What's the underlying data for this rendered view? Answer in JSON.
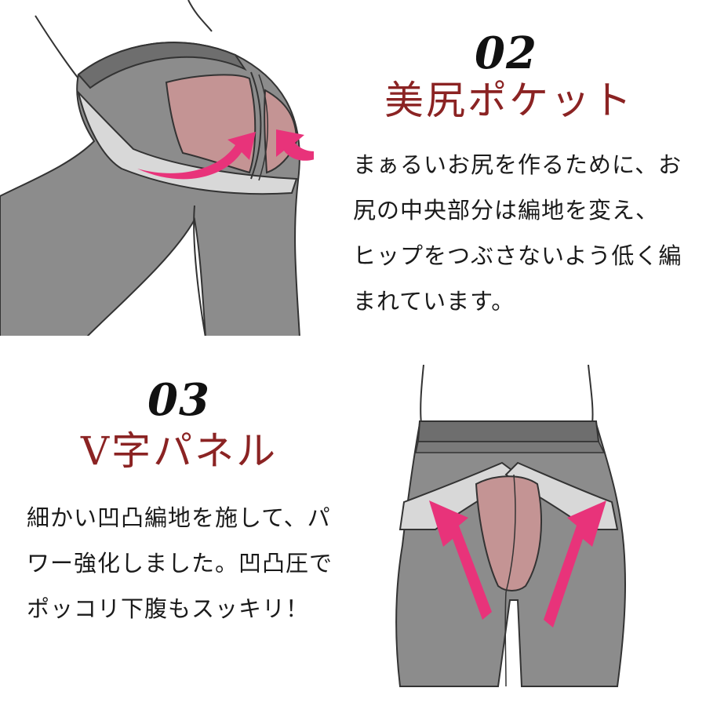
{
  "features": [
    {
      "number": "02",
      "title": "美尻ポケット",
      "lines": [
        "まぁるいお尻を作るために、お",
        "尻の中央部分は編地を変え、",
        "ヒップをつぶさないよう低く編",
        "まれています。"
      ]
    },
    {
      "number": "03",
      "title": "V字パネル",
      "lines": [
        "細かい凹凸編地を施して、パ",
        "ワー強化しました。凹凸圧で",
        "ポッコリ下腹もスッキリ！"
      ]
    }
  ],
  "colors": {
    "title": "#8b2323",
    "garment": "#8c8c8c",
    "garment_dark": "#6e6e6e",
    "panel_light": "#d8d8d8",
    "pocket_pink": "#c49494",
    "arrow_pink": "#e8337a"
  }
}
